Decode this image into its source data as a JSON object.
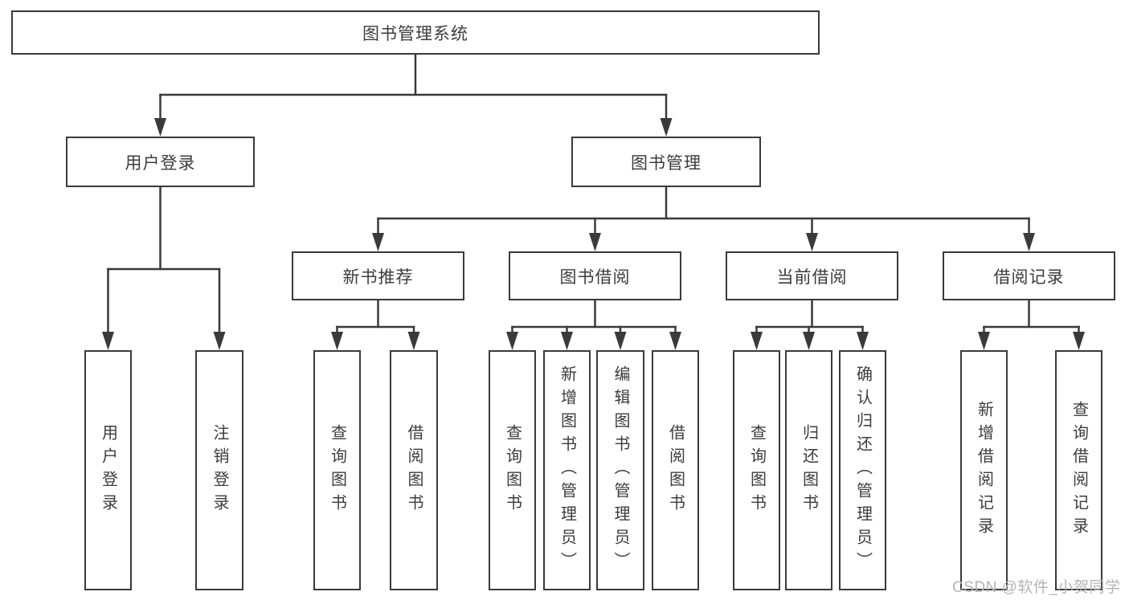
{
  "nodes": {
    "root": "图书管理系统",
    "user_login": "用户登录",
    "book_manage": "图书管理",
    "new_book_rec": "新书推荐",
    "book_borrow": "图书借阅",
    "current_borrow": "当前借阅",
    "borrow_records": "借阅记录",
    "leaf_user_login": "用户登录",
    "leaf_logout": "注销登录",
    "leaf_rec_query_book": "查询图书",
    "leaf_rec_borrow_book": "借阅图书",
    "leaf_bb_query_book": "查询图书",
    "leaf_bb_add_book": "新增图书（管理员）",
    "leaf_bb_edit_book": "编辑图书（管理员）",
    "leaf_bb_borrow_book": "借阅图书",
    "leaf_cb_query_book": "查询图书",
    "leaf_cb_return_book": "归还图书",
    "leaf_cb_confirm_return": "确认归还（管理员）",
    "leaf_br_add_record": "新增借阅记录",
    "leaf_br_query_record": "查询借阅记录"
  },
  "watermark": {
    "text": "CSDN @软件_小贺同学",
    "color": "#b4b4b8"
  },
  "colors": {
    "line": "#3a3a3a",
    "border": "#3a3a3a",
    "text": "#3c3c40",
    "background": "#ffffff"
  }
}
